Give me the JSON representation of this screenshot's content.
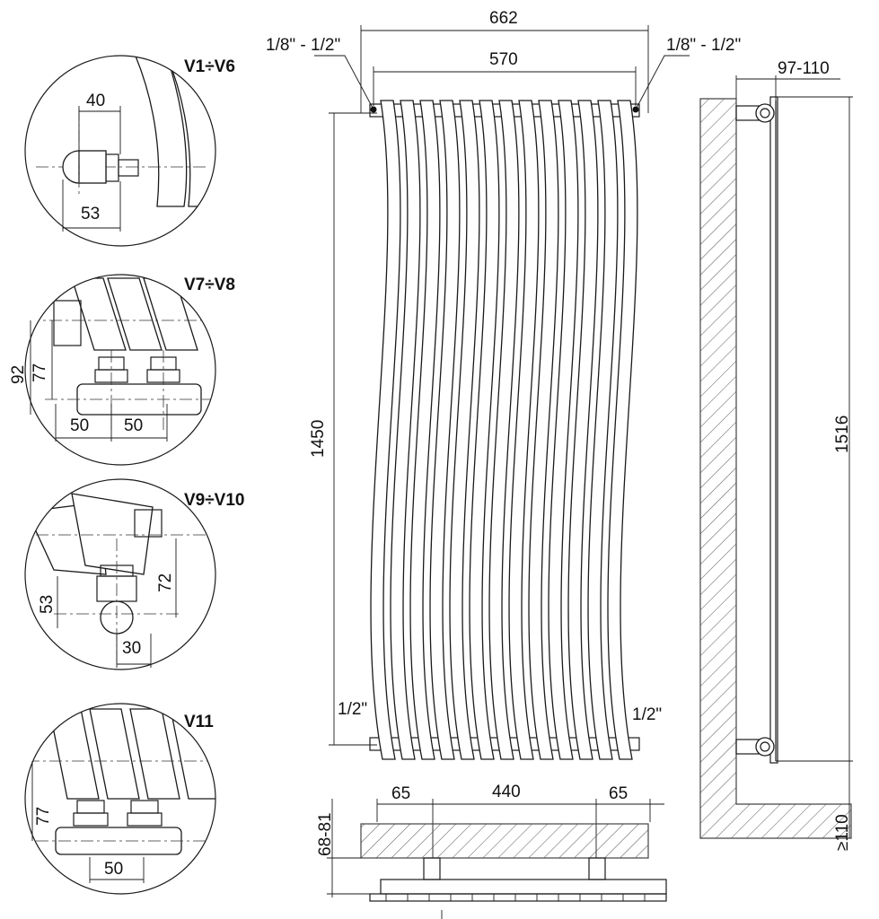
{
  "detail_views": [
    {
      "id": "v1-v6",
      "title": "V1÷V6",
      "dims": [
        "40",
        "53"
      ]
    },
    {
      "id": "v7-v8",
      "title": "V7÷V8",
      "dims": [
        "92",
        "77",
        "50",
        "50"
      ]
    },
    {
      "id": "v9-v10",
      "title": "V9÷V10",
      "dims": [
        "72",
        "53",
        "30"
      ]
    },
    {
      "id": "v11",
      "title": "V11",
      "dims": [
        "77",
        "50"
      ]
    }
  ],
  "front_view": {
    "overall_width": "662",
    "connection_spacing": "570",
    "top_left_connection": "1/8\" - 1/2\"",
    "top_right_connection": "1/8\" - 1/2\"",
    "height": "1450",
    "bottom_left_connection": "1/2\"",
    "bottom_right_connection": "1/2\""
  },
  "side_view": {
    "wall_distance": "97-110",
    "total_height": "1516",
    "floor_clearance": "≥110"
  },
  "top_view": {
    "left_offset": "65",
    "bracket_spacing": "440",
    "right_offset": "65",
    "depth": "68-81"
  }
}
